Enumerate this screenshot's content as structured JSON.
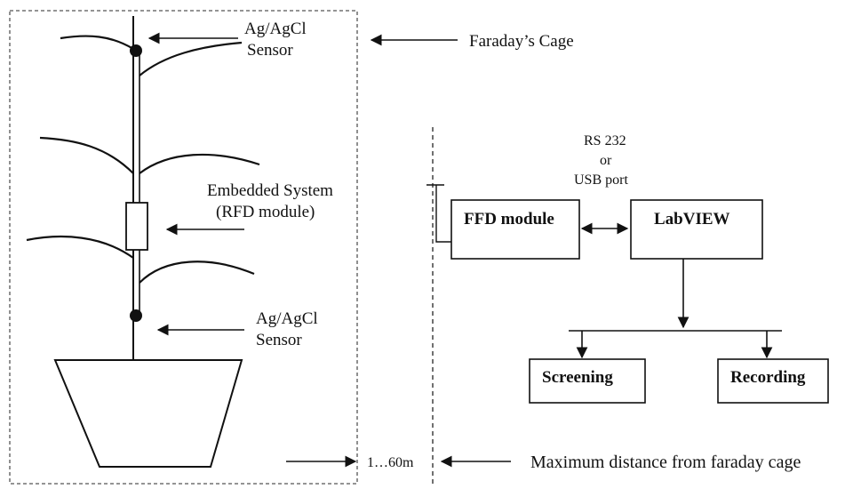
{
  "labels": {
    "top_sensor_line1": "Ag/AgCl",
    "top_sensor_line2": "Sensor",
    "faraday_cage": "Faraday’s Cage",
    "embedded_line1": "Embedded System",
    "embedded_line2": "(RFD module)",
    "bottom_sensor_line1": "Ag/AgCl",
    "bottom_sensor_line2": "Sensor",
    "port_line1": "RS 232",
    "port_line2": "or",
    "port_line3": "USB port",
    "ffd_module": "FFD module",
    "labview": "LabVIEW",
    "screening": "Screening",
    "recording": "Recording",
    "distance_value": "1…60m",
    "max_distance": "Maximum distance from faraday cage"
  },
  "colors": {
    "ink": "#111111",
    "background": "#ffffff",
    "cage_border": "#555555"
  }
}
